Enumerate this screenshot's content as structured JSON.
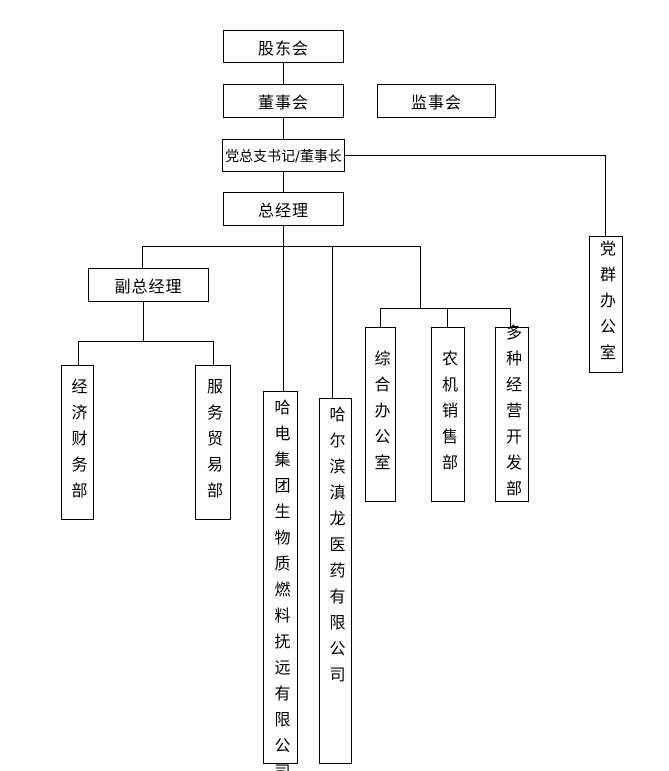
{
  "colors": {
    "background": "#ffffff",
    "line": "#000000",
    "text": "#000000"
  },
  "nodes": {
    "shareholders_meeting": {
      "label": "股东会"
    },
    "board_of_directors": {
      "label": "董事会"
    },
    "supervisory_board": {
      "label": "监事会"
    },
    "party_secretary_chairman": {
      "label": "党总支书记/董事长"
    },
    "general_manager": {
      "label": "总经理"
    },
    "deputy_general_manager": {
      "label": "副总经理"
    },
    "economic_finance_dept": {
      "label": "经济财务部"
    },
    "service_trade_dept": {
      "label": "服务贸易部"
    },
    "hadian_biomass_fuyuan_company": {
      "label": "哈电集团生物质燃料抚远有限公司"
    },
    "harbin_dianlong_pharma_company": {
      "label": "哈尔滨滇龙医药有限公司"
    },
    "general_office": {
      "label": "综合办公室"
    },
    "agri_machinery_sales_dept": {
      "label": "农机销售部"
    },
    "diversified_operations_dev_dept": {
      "label": "多种经营开发部"
    },
    "party_masses_office": {
      "label": "党群办公室"
    }
  },
  "connections": [
    {
      "from": "shareholders_meeting",
      "to": "board_of_directors"
    },
    {
      "from": "board_of_directors",
      "to": "party_secretary_chairman"
    },
    {
      "from": "party_secretary_chairman",
      "to": "general_manager"
    },
    {
      "from": "party_secretary_chairman",
      "to": "party_masses_office"
    },
    {
      "from": "general_manager",
      "to": "deputy_general_manager"
    },
    {
      "from": "general_manager",
      "to": "hadian_biomass_fuyuan_company"
    },
    {
      "from": "general_manager",
      "to": "harbin_dianlong_pharma_company"
    },
    {
      "from": "general_manager",
      "to": "general_office"
    },
    {
      "from": "general_manager",
      "to": "agri_machinery_sales_dept"
    },
    {
      "from": "general_manager",
      "to": "diversified_operations_dev_dept"
    },
    {
      "from": "deputy_general_manager",
      "to": "economic_finance_dept"
    },
    {
      "from": "deputy_general_manager",
      "to": "service_trade_dept"
    }
  ]
}
